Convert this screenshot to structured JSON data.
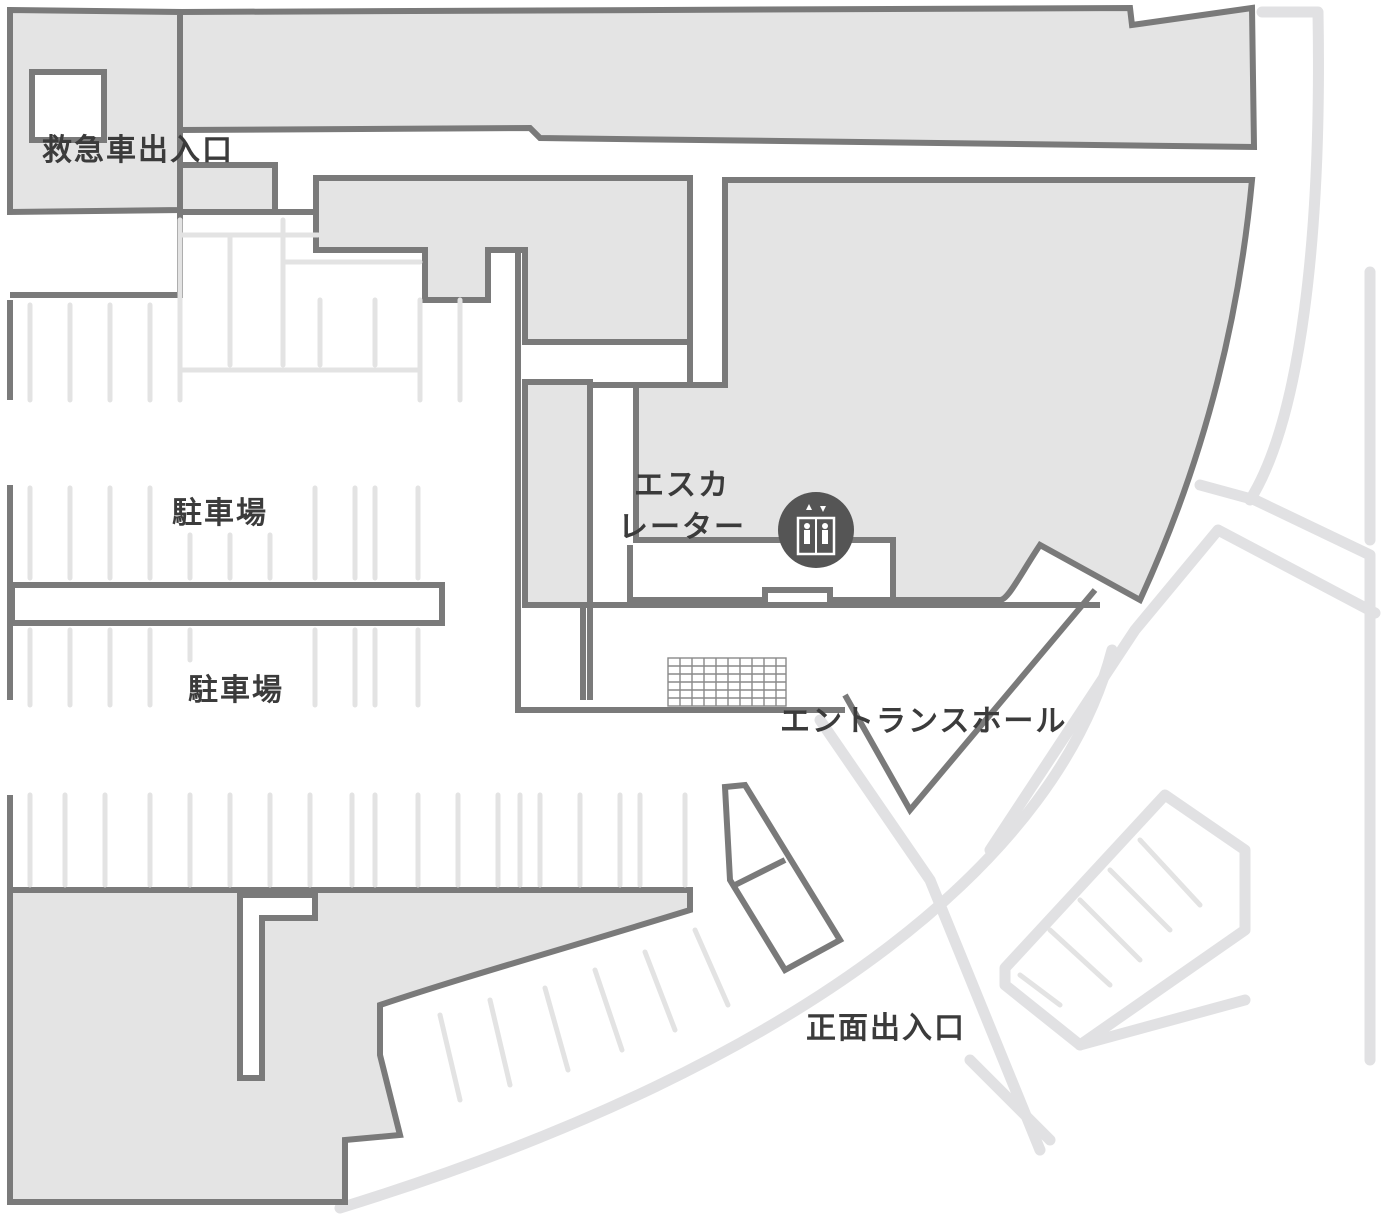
{
  "map": {
    "labels": {
      "emergency_entrance": "救急車出入口",
      "parking_upper": "駐車場",
      "parking_lower": "駐車場",
      "escalator_line1": "エスカ",
      "escalator_line2": "レーター",
      "entrance_hall": "エントランスホール",
      "main_entrance": "正面出入口"
    },
    "icons": {
      "elevator": "elevator-icon"
    },
    "colors": {
      "room_fill": "#e4e4e4",
      "wall": "#7a7a7a",
      "road": "#e1e1e3",
      "icon_bg": "#555555"
    }
  }
}
